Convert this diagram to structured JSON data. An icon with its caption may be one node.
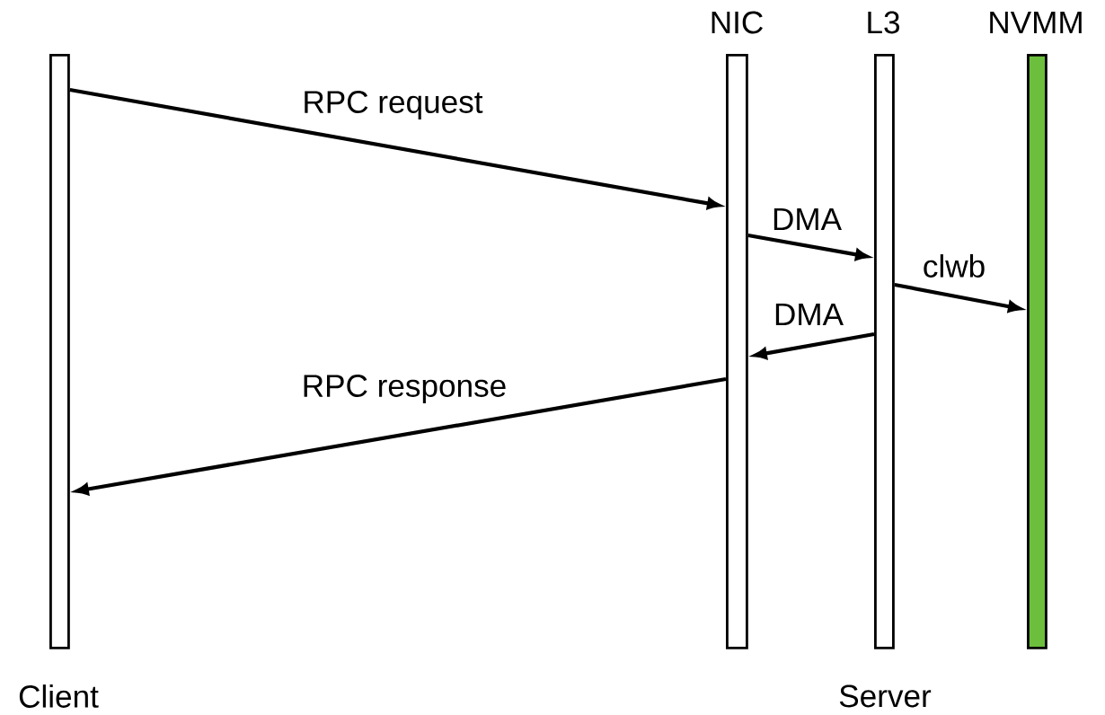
{
  "diagram": {
    "nodes": [
      {
        "text": [
          "Client"
        ]
      },
      {
        "text": [
          "NIC"
        ]
      },
      {
        "text": [
          "L3"
        ]
      },
      {
        "text": [
          "NVMM"
        ]
      }
    ],
    "edges": [
      {
        "from": 0,
        "to": 1,
        "arrow": "to",
        "label": "RPC request"
      },
      {
        "from": 1,
        "to": 2,
        "arrow": "to",
        "label": "DMA"
      },
      {
        "from": 2,
        "to": 3,
        "arrow": "to",
        "label": "clwb"
      },
      {
        "from": 2,
        "to": 1,
        "arrow": "to",
        "label": "DMA"
      },
      {
        "from": 1,
        "to": 0,
        "arrow": "to",
        "label": "RPC response"
      }
    ],
    "labels": [
      "Server"
    ]
  }
}
